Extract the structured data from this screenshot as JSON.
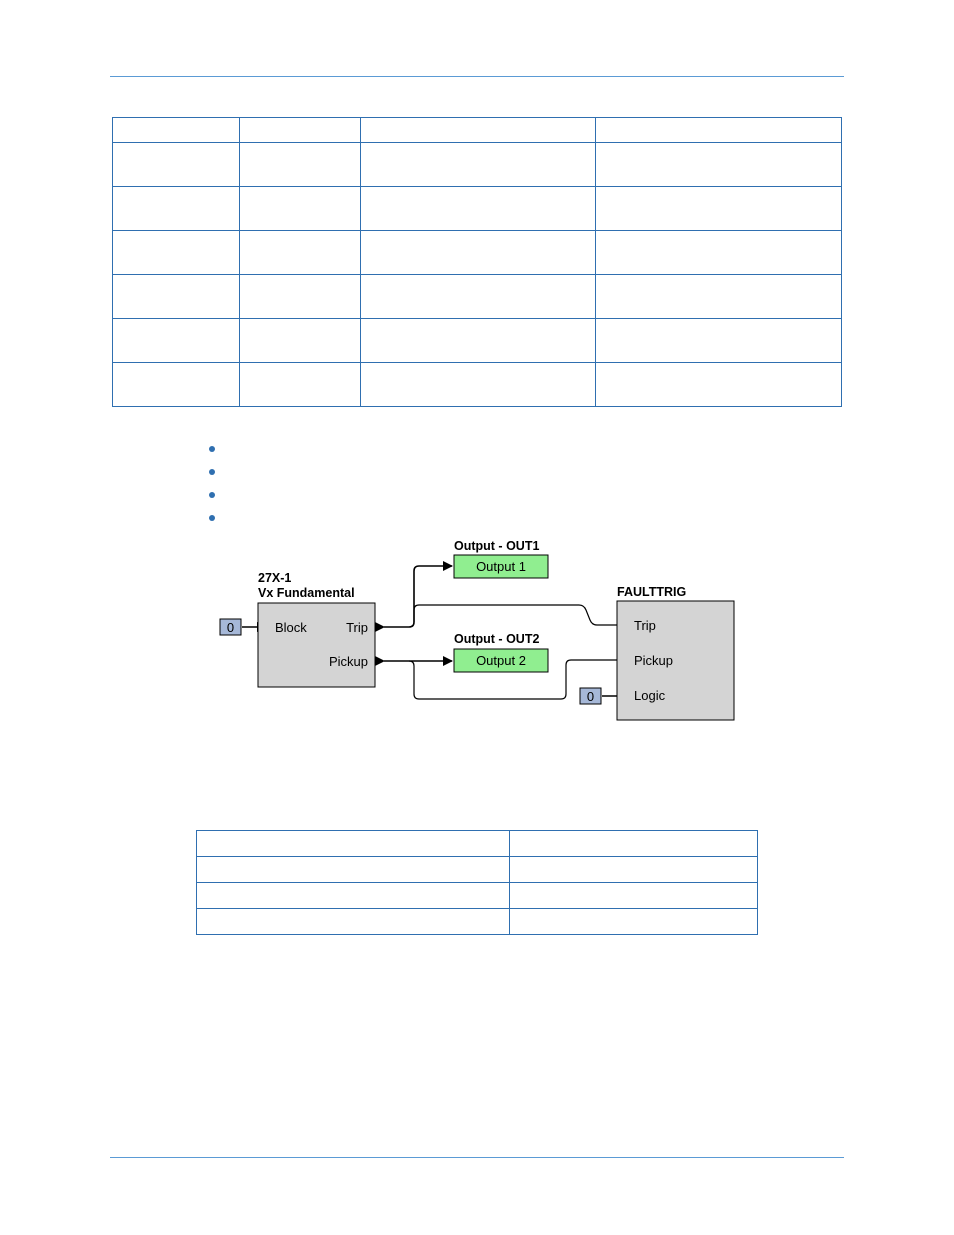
{
  "diagram": {
    "element_27x1": {
      "title_line1": "27X-1",
      "title_line2": "Vx Fundamental",
      "inputs": [
        "Block"
      ],
      "outputs": [
        "Trip",
        "Pickup"
      ]
    },
    "block_input_value": "0",
    "output1": {
      "title": "Output - OUT1",
      "label": "Output 1"
    },
    "output2": {
      "title": "Output - OUT2",
      "label": "Output 2"
    },
    "faulttrig": {
      "title": "FAULTTRIG",
      "inputs": [
        "Trip",
        "Pickup",
        "Logic"
      ]
    },
    "logic_input_value": "0",
    "colors": {
      "block_fill": "#d4d4d4",
      "output_fill": "#90ee90",
      "value_fill": "#a6b8d8",
      "table_border": "#2f6fb0",
      "rule": "#5b9bd5"
    }
  }
}
